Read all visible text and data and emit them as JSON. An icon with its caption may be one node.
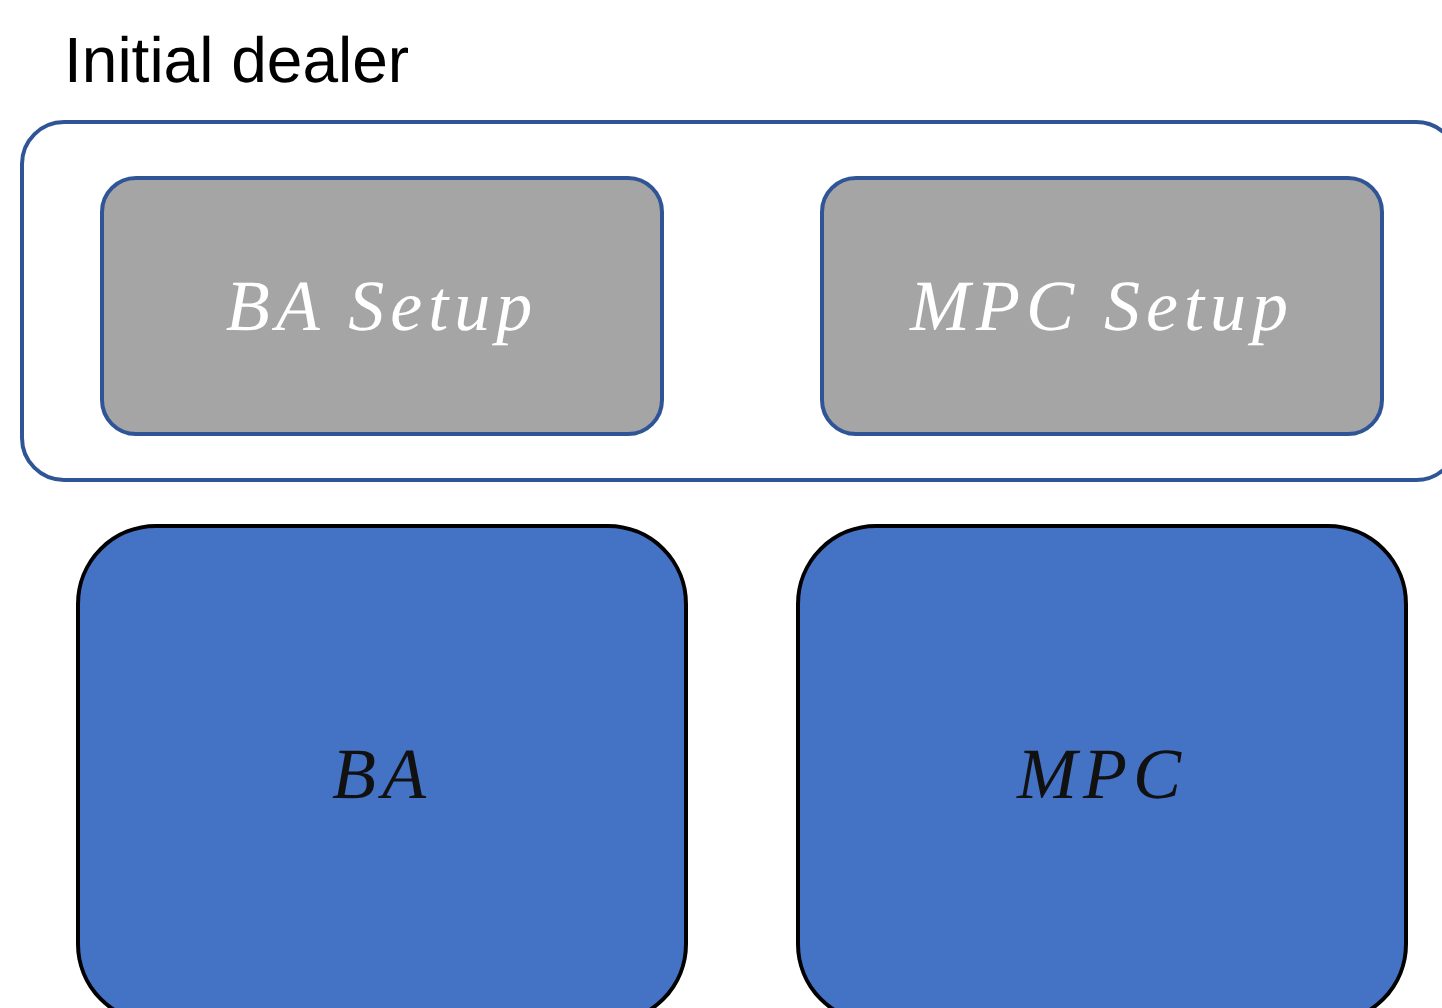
{
  "diagram": {
    "nodes": [
      {
        "text": [
          "Initial dealer"
        ]
      },
      {
        "text": [
          "BA Setup"
        ],
        "in": 0
      },
      {
        "text": [
          "MPC Setup"
        ],
        "in": 0
      },
      {
        "text": [
          "BA"
        ]
      },
      {
        "text": [
          "MPC"
        ]
      }
    ]
  }
}
